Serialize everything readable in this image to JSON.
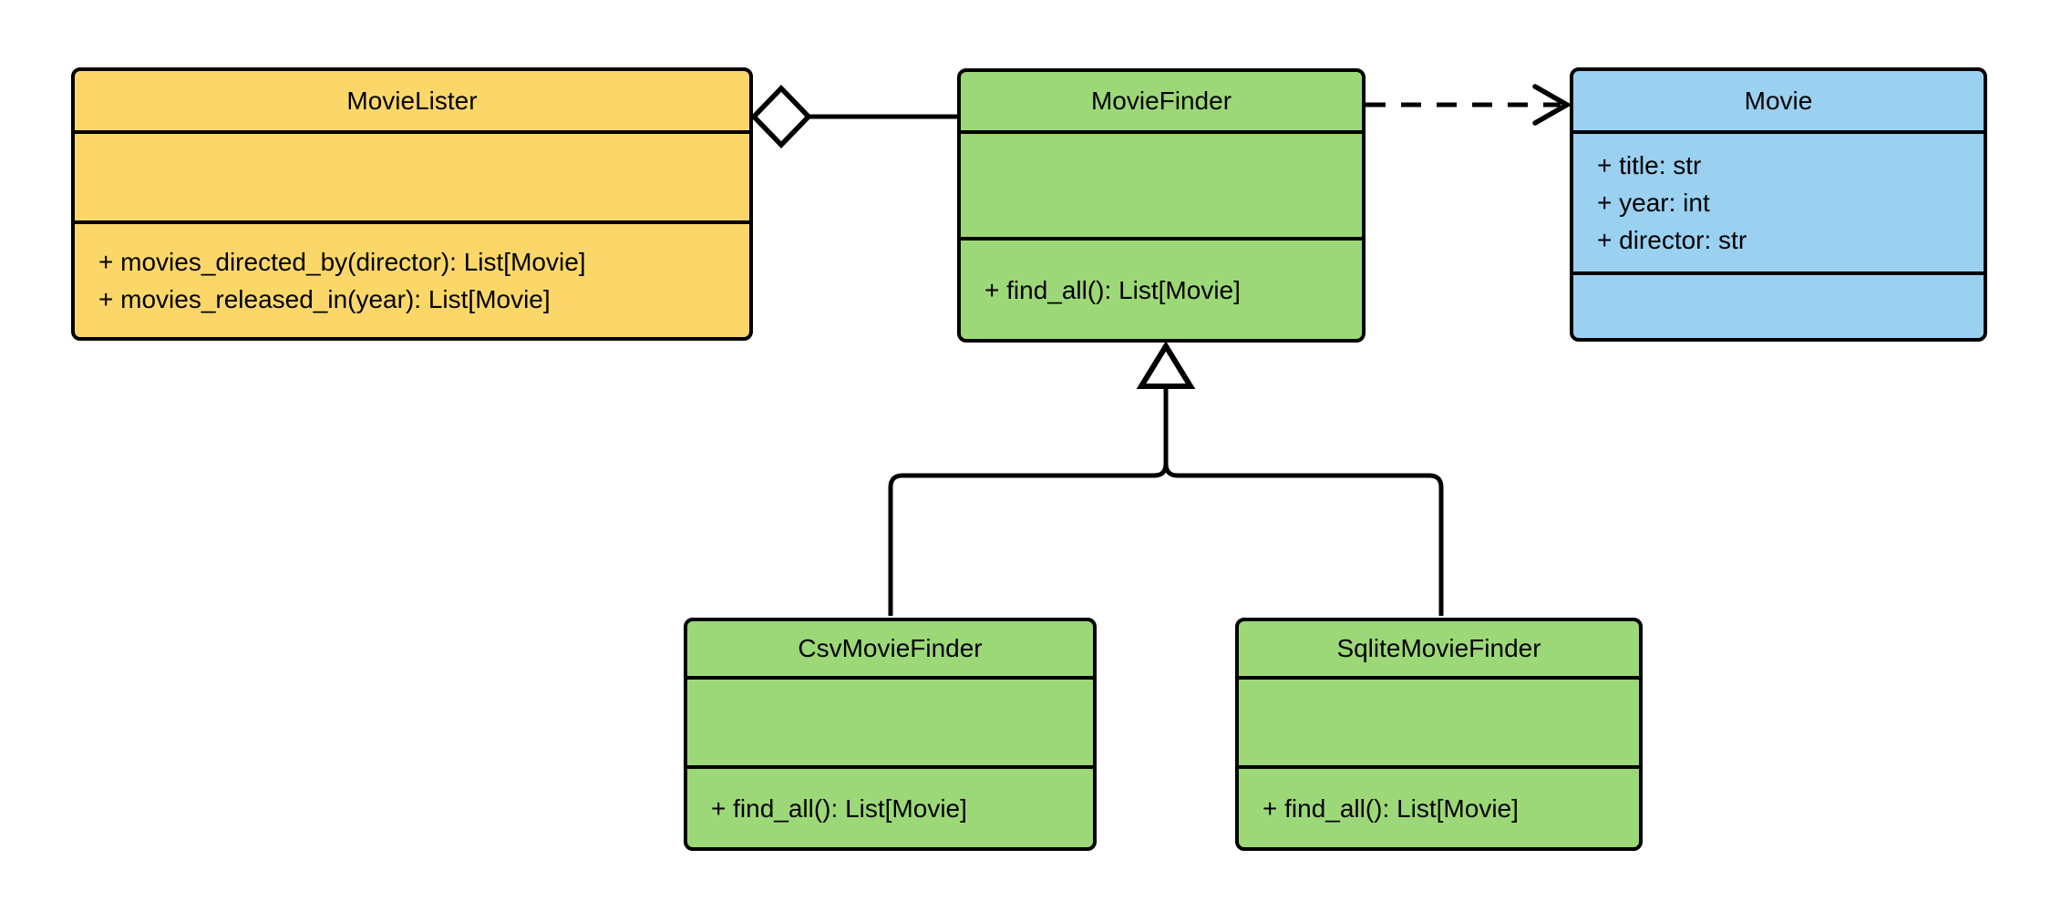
{
  "diagram": {
    "type": "uml-class-diagram",
    "background": "#ffffff",
    "stroke_color": "#000000",
    "classes": [
      {
        "title": "MovieLister",
        "fill": "#FBD76A",
        "attributes": [],
        "methods": [
          "+ movies_directed_by(director): List[Movie]",
          "+ movies_released_in(year): List[Movie]"
        ]
      },
      {
        "title": "MovieFinder",
        "fill": "#9DD878",
        "attributes": [],
        "methods": [
          "+ find_all(): List[Movie]"
        ]
      },
      {
        "title": "Movie",
        "fill": "#9AD0F0",
        "attributes": [
          "+ title: str",
          "+ year: int",
          "+ director: str"
        ],
        "methods": []
      },
      {
        "title": "CsvMovieFinder",
        "fill": "#9DD878",
        "attributes": [],
        "methods": [
          "+ find_all(): List[Movie]"
        ]
      },
      {
        "title": "SqliteMovieFinder",
        "fill": "#9DD878",
        "attributes": [],
        "methods": [
          "+ find_all(): List[Movie]"
        ]
      }
    ],
    "relationships": [
      {
        "type": "aggregation",
        "from": "MovieLister",
        "to": "MovieFinder",
        "line": "solid",
        "marker": "hollow-diamond"
      },
      {
        "type": "dependency",
        "from": "MovieFinder",
        "to": "Movie",
        "line": "dashed",
        "marker": "open-arrow"
      },
      {
        "type": "generalization",
        "from": "CsvMovieFinder",
        "to": "MovieFinder",
        "line": "solid",
        "marker": "hollow-triangle"
      },
      {
        "type": "generalization",
        "from": "SqliteMovieFinder",
        "to": "MovieFinder",
        "line": "solid",
        "marker": "hollow-triangle"
      }
    ]
  }
}
